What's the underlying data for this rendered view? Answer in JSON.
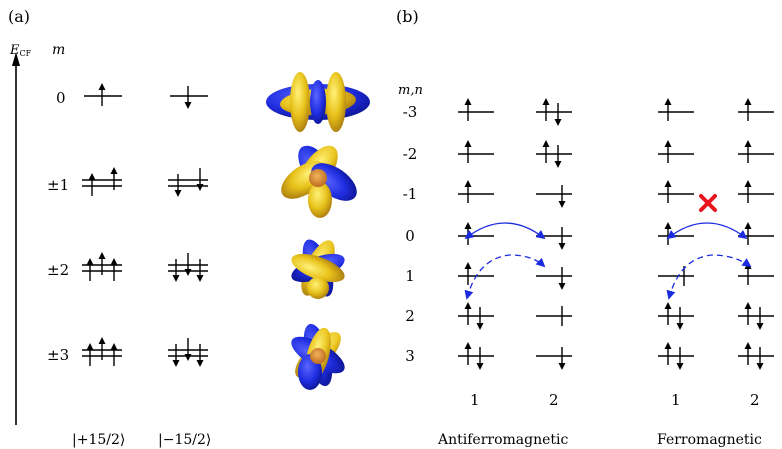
{
  "panel_a": {
    "label": "(a)",
    "axis_label_main": "E",
    "axis_label_sub": "CF",
    "axis_label_m": "m",
    "levels": [
      "0",
      "±1",
      "±2",
      "±3"
    ],
    "ket_plus": "|+15/2⟩",
    "ket_minus": "|−15/2⟩",
    "colors": {
      "lobe_blue": "#1f2de0",
      "lobe_yellow": "#e8c21a",
      "lobe_orange": "#d9892a"
    }
  },
  "panel_b": {
    "label": "(b)",
    "header": "m,n",
    "rows": [
      "-3",
      "-2",
      "-1",
      "0",
      "1",
      "2",
      "3"
    ],
    "site_labels": [
      "1",
      "2"
    ],
    "caption_afm": "Antiferromagnetic",
    "caption_fm": "Ferromagnetic",
    "colors": {
      "hop_arrow": "#1a2ae0",
      "block_cross": "#e8141e"
    }
  }
}
